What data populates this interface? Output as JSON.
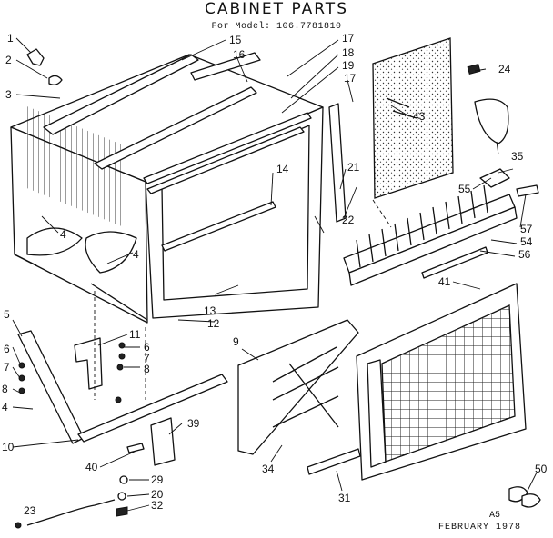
{
  "title": "CABINET PARTS",
  "model_line": "For Model: 106.7781810",
  "footer": {
    "code": "A5",
    "date": "FEBRUARY 1978"
  },
  "callouts": [
    "1",
    "2",
    "3",
    "4",
    "4",
    "5",
    "6",
    "7",
    "8",
    "4",
    "6",
    "7",
    "8",
    "9",
    "10",
    "11",
    "12",
    "13",
    "14",
    "15",
    "16",
    "17",
    "17",
    "18",
    "19",
    "20",
    "21",
    "22",
    "23",
    "24",
    "29",
    "31",
    "32",
    "34",
    "35",
    "39",
    "40",
    "41",
    "43",
    "50",
    "54",
    "55",
    "56",
    "57"
  ],
  "colors": {
    "ink": "#111111",
    "paper": "#ffffff"
  }
}
